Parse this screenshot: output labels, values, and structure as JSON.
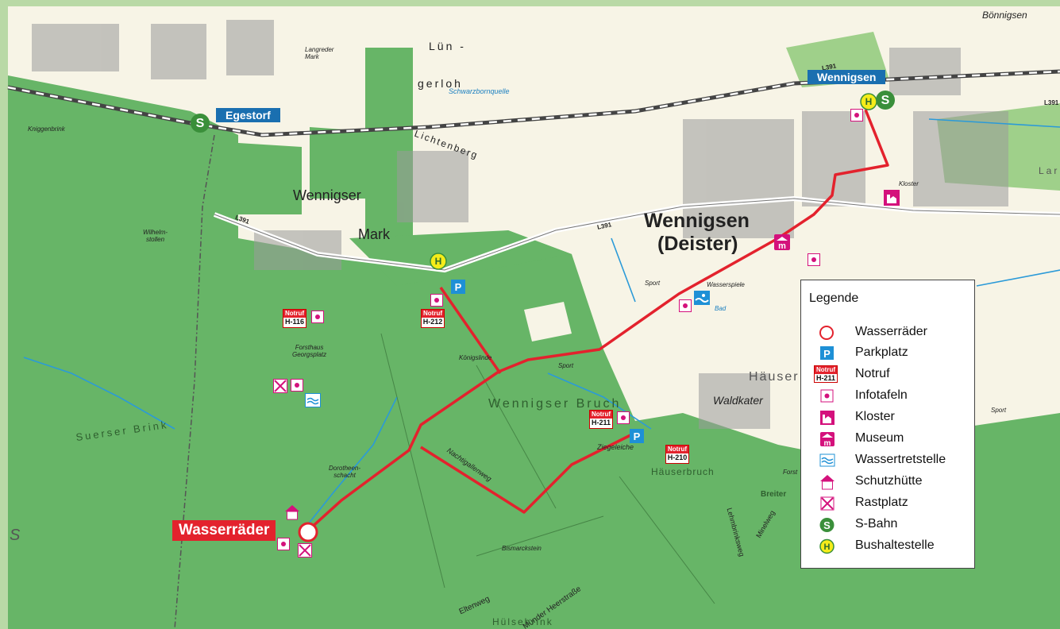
{
  "places": {
    "boennigsen": "Bönnigsen",
    "langreder_mark": "Langreder\nMark",
    "luen": "Lün -",
    "gerloh": "gerloh",
    "schwarzbornquelle": "Schwarzbornquelle",
    "lichtenberg": "Lichtenberg",
    "wennigser": "Wennigser",
    "mark": "Mark",
    "wennigsen_deister_1": "Wennigsen",
    "wennigsen_deister_2": "(Deister)",
    "kloster": "Kloster",
    "sport1": "Sport",
    "wasserspiele": "Wasserspiele",
    "bad": "Bad",
    "kniggenbrink": "Kniggenbrink",
    "wilhelm_stollen": "Wilhelm-\nstollen",
    "forsthaus": "Forsthaus\nGeorgsplatz",
    "koenigslinde": "Königslinde",
    "sport2": "Sport",
    "wennigser_bruch": "Wennigser Bruch",
    "haeuser": "Häuser",
    "waldkater": "Waldkater",
    "suerser_brink": "Suerser Brink",
    "dorotheenschacht": "Dorotheen-\nschacht",
    "nachtigallenweg": "Nachtigallenweg",
    "ziegeleiche": "Ziegeleiche",
    "haeuserbruch": "Häuserbruch",
    "bismarckstein": "Bismarckstein",
    "eltenweg": "Eltenweg",
    "muender_heerstrasse": "Münder Heerstraße",
    "huelsebrink": "Hülsebrink",
    "breiter": "Breiter",
    "lehmbrinksweg": "Lehmbrinksweg",
    "minelweg": "Minelweg",
    "sport3": "Sport",
    "lar": "Lar",
    "forst": "Forst",
    "l391a": "L391",
    "l391b": "L391",
    "l391c": "L391",
    "l391d": "L391",
    "s_edge": "S"
  },
  "stations": {
    "egestorf": "Egestorf",
    "wennigsen": "Wennigsen"
  },
  "wasserraeder_label": "Wasserräder",
  "notruf": {
    "word": "Notruf",
    "h116": "H-116",
    "h212": "H-212",
    "h211": "H-211",
    "h210": "H-210"
  },
  "legend": {
    "title": "Legende",
    "items": [
      {
        "icon": "wasserraeder-icon",
        "label": "Wasserräder"
      },
      {
        "icon": "parking-icon",
        "label": "Parkplatz"
      },
      {
        "icon": "notruf-icon",
        "label": "Notruf",
        "code": "H-211"
      },
      {
        "icon": "info-board-icon",
        "label": "Infotafeln"
      },
      {
        "icon": "monastery-icon",
        "label": "Kloster"
      },
      {
        "icon": "museum-icon",
        "label": "Museum"
      },
      {
        "icon": "water-treading-icon",
        "label": "Wassertretstelle"
      },
      {
        "icon": "shelter-icon",
        "label": "Schutzhütte"
      },
      {
        "icon": "rest-area-icon",
        "label": "Rastplatz"
      },
      {
        "icon": "sbahn-icon",
        "label": "S-Bahn"
      },
      {
        "icon": "bus-stop-icon",
        "label": "Bushaltestelle"
      }
    ]
  },
  "symbols": {
    "parking": "P",
    "sbahn": "S",
    "bus": "H",
    "museum": "m"
  },
  "colors": {
    "forest": "#67b567",
    "open_land": "#f7f4e6",
    "route": "#e3222d",
    "station_box": "#1a6fb0",
    "sbahn_green": "#3a8f3a",
    "bus_yellow": "#f5ec1a",
    "poi_magenta": "#d4117c",
    "parking_blue": "#1e90d6"
  }
}
